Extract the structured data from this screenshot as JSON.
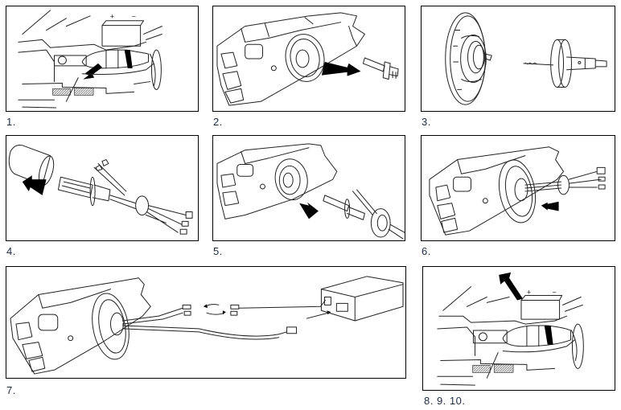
{
  "document": {
    "type": "installation-instructions",
    "steps": [
      {
        "label": "1.",
        "illustration": "car-front-headlight-removal",
        "icons": [
          "battery-icon",
          "arrow-icon"
        ]
      },
      {
        "label": "2.",
        "illustration": "headlight-housing-remove-bulb",
        "icons": [
          "arrow-icon",
          "halogen-bulb-icon"
        ]
      },
      {
        "label": "3.",
        "illustration": "dust-cap-and-hole-saw",
        "icons": [
          "dust-cap-icon",
          "hole-saw-icon"
        ]
      },
      {
        "label": "4.",
        "illustration": "remove-xenon-bulb-cover",
        "icons": [
          "bulb-cover-icon",
          "arrow-icon",
          "xenon-bulb-icon"
        ]
      },
      {
        "label": "5.",
        "illustration": "insert-xenon-bulb-into-housing",
        "icons": [
          "arrow-icon",
          "xenon-bulb-icon"
        ]
      },
      {
        "label": "6.",
        "illustration": "seat-grommet-in-dust-cap",
        "icons": [
          "arrow-icon",
          "grommet-icon"
        ]
      },
      {
        "label": "7.",
        "illustration": "connect-wires-to-ballast",
        "icons": [
          "connector-icon",
          "arrow-icon",
          "ballast-icon"
        ]
      },
      {
        "label": "8.  9.  10.",
        "illustration": "reinstall-headlight-reconnect-battery",
        "icons": [
          "arrow-icon",
          "battery-icon"
        ]
      }
    ],
    "battery_terminals": {
      "positive": "+",
      "negative": "−"
    }
  },
  "colors": {
    "line": "#222222",
    "label_text": "#1f2a44",
    "background": "#ffffff"
  }
}
